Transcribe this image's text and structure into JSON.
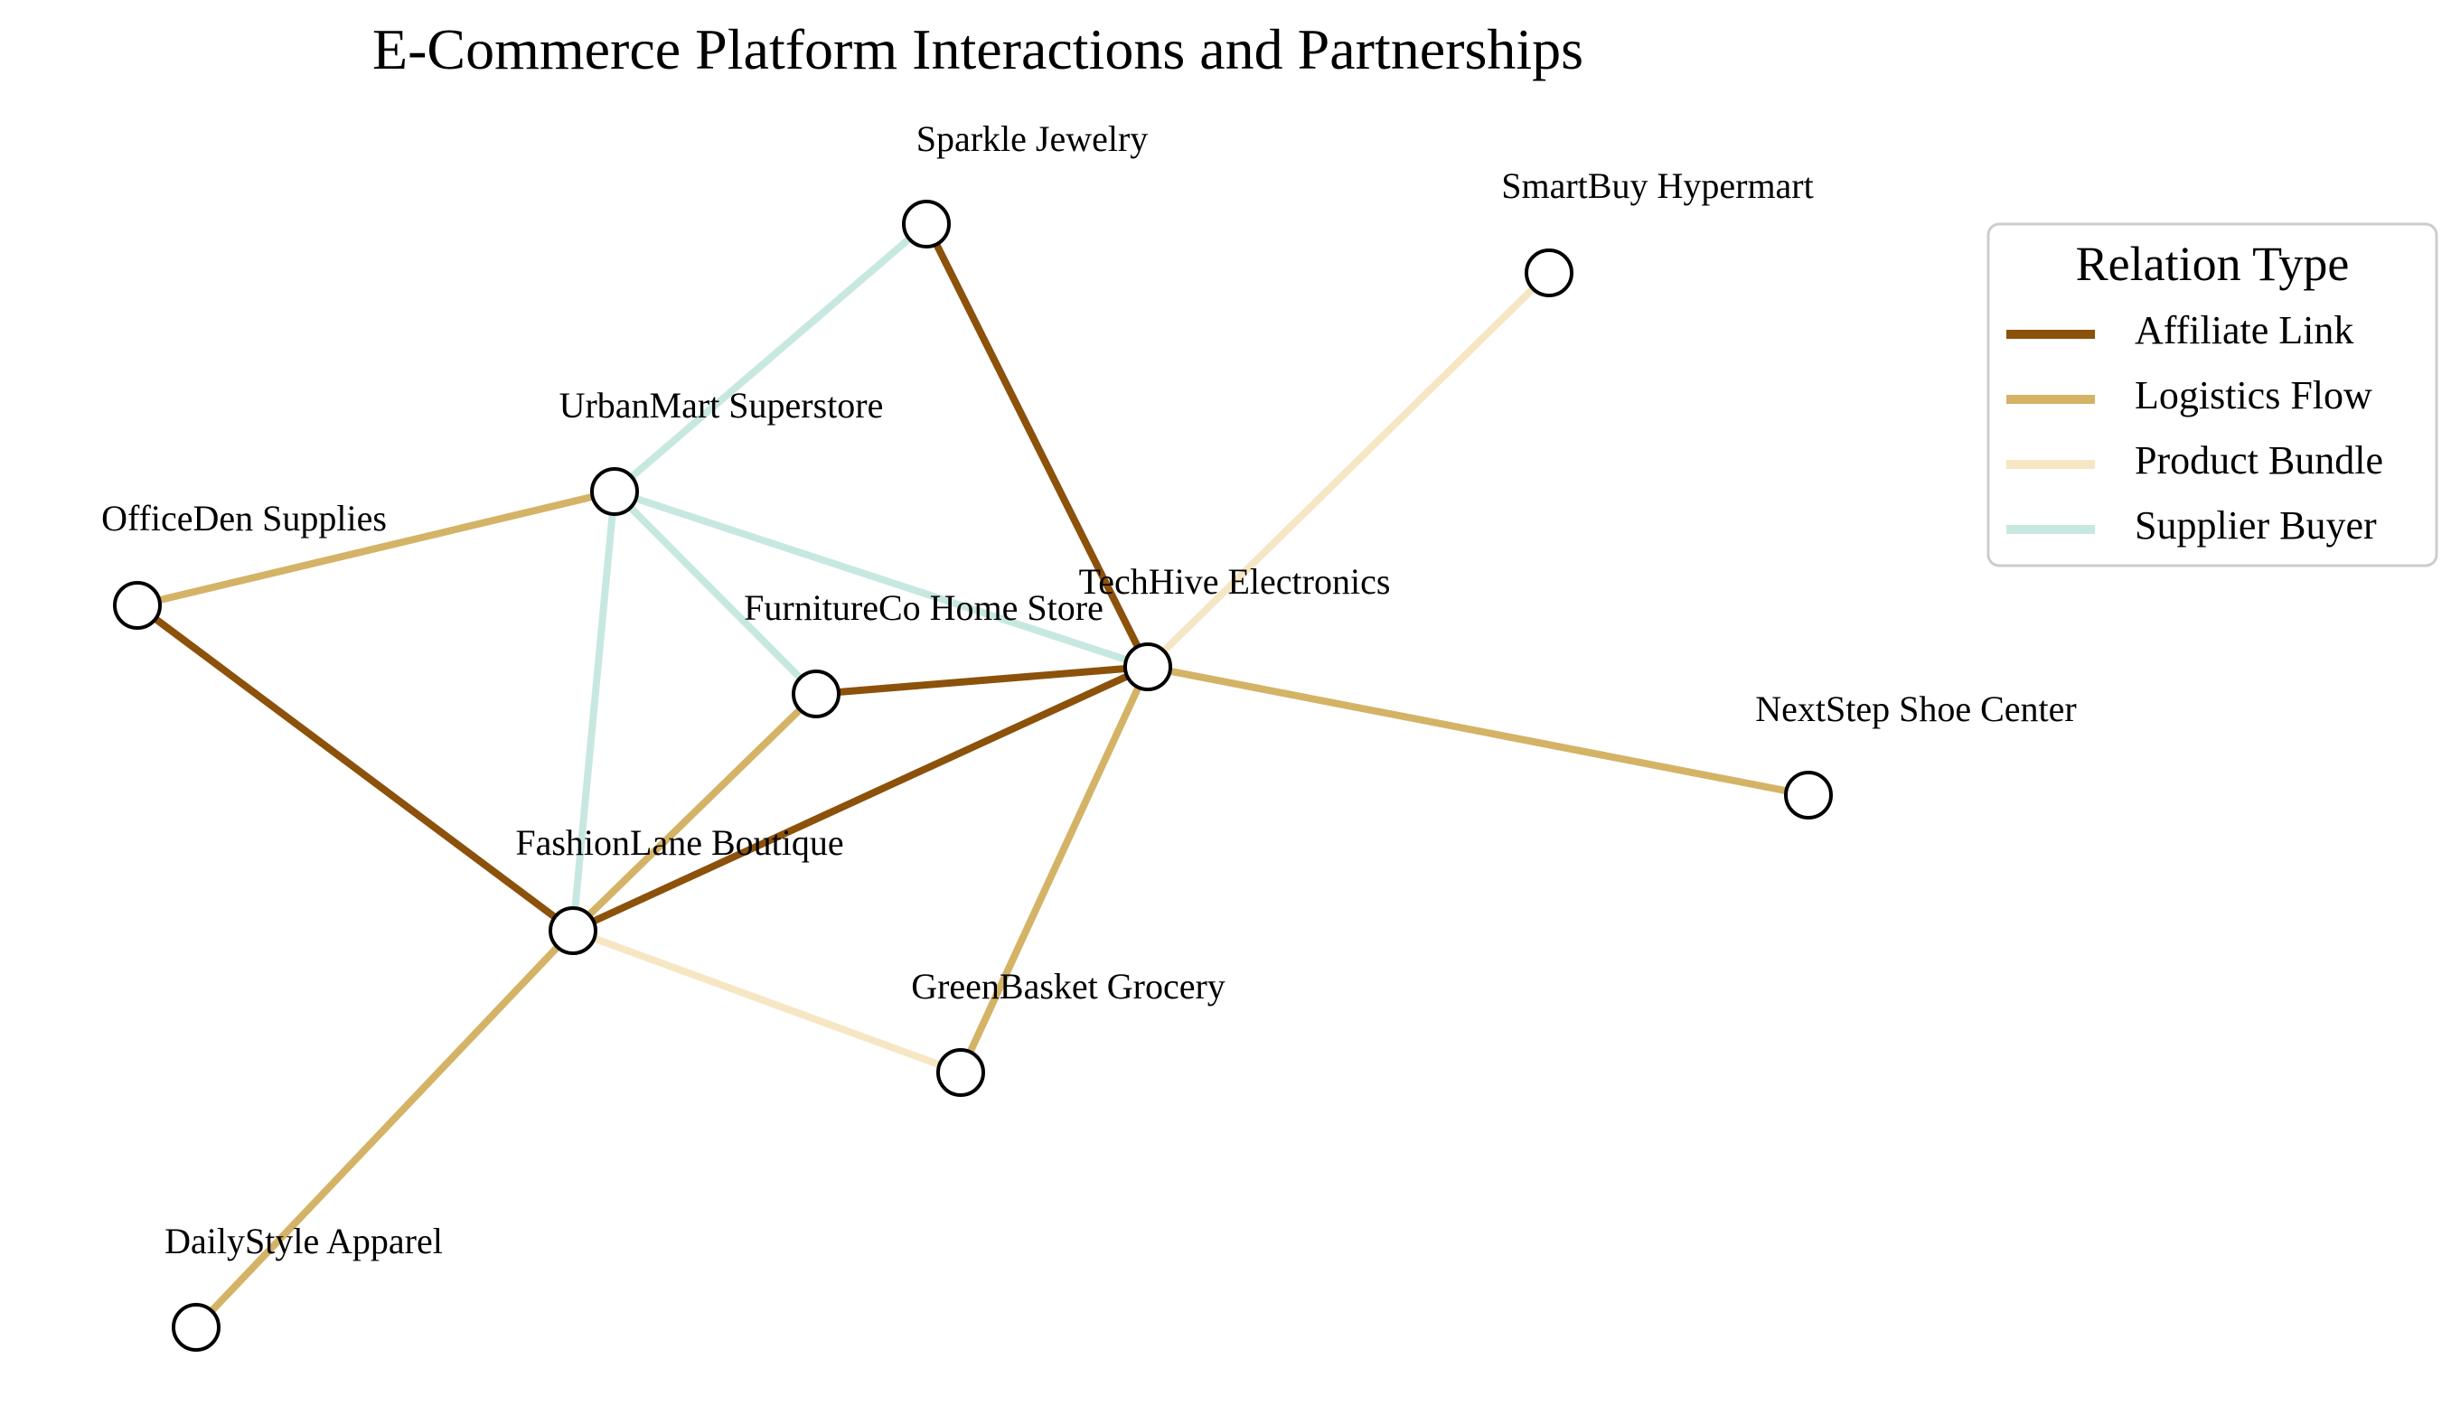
{
  "title": "E-Commerce Platform Interactions and Partnerships",
  "legend": {
    "title": "Relation Type",
    "items": [
      {
        "key": "affiliate",
        "label": "Affiliate Link",
        "color": "#8c510a"
      },
      {
        "key": "logistics",
        "label": "Logistics Flow",
        "color": "#d4b366"
      },
      {
        "key": "bundle",
        "label": "Product Bundle",
        "color": "#f6e6c3"
      },
      {
        "key": "supplier",
        "label": "Supplier Buyer",
        "color": "#c7e8e0"
      }
    ]
  },
  "nodes": [
    {
      "id": "sparkle",
      "label": "Sparkle Jewelry"
    },
    {
      "id": "smartbuy",
      "label": "SmartBuy Hypermart"
    },
    {
      "id": "urbanmart",
      "label": "UrbanMart Superstore"
    },
    {
      "id": "officeden",
      "label": "OfficeDen Supplies"
    },
    {
      "id": "furnitureco",
      "label": "FurnitureCo Home Store"
    },
    {
      "id": "techhive",
      "label": "TechHive Electronics"
    },
    {
      "id": "nextstep",
      "label": "NextStep Shoe Center"
    },
    {
      "id": "fashionlane",
      "label": "FashionLane Boutique"
    },
    {
      "id": "greenbasket",
      "label": "GreenBasket Grocery"
    },
    {
      "id": "dailystyle",
      "label": "DailyStyle Apparel"
    }
  ],
  "edges": [
    {
      "source": "sparkle",
      "target": "urbanmart",
      "type": "supplier"
    },
    {
      "source": "urbanmart",
      "target": "techhive",
      "type": "supplier"
    },
    {
      "source": "urbanmart",
      "target": "furnitureco",
      "type": "supplier"
    },
    {
      "source": "urbanmart",
      "target": "fashionlane",
      "type": "supplier"
    },
    {
      "source": "smartbuy",
      "target": "techhive",
      "type": "bundle"
    },
    {
      "source": "fashionlane",
      "target": "greenbasket",
      "type": "bundle"
    },
    {
      "source": "officeden",
      "target": "urbanmart",
      "type": "logistics"
    },
    {
      "source": "techhive",
      "target": "nextstep",
      "type": "logistics"
    },
    {
      "source": "techhive",
      "target": "greenbasket",
      "type": "logistics"
    },
    {
      "source": "furnitureco",
      "target": "fashionlane",
      "type": "logistics"
    },
    {
      "source": "fashionlane",
      "target": "dailystyle",
      "type": "logistics"
    },
    {
      "source": "sparkle",
      "target": "techhive",
      "type": "affiliate"
    },
    {
      "source": "furnitureco",
      "target": "techhive",
      "type": "affiliate"
    },
    {
      "source": "fashionlane",
      "target": "techhive",
      "type": "affiliate"
    },
    {
      "source": "officeden",
      "target": "fashionlane",
      "type": "affiliate"
    }
  ]
}
